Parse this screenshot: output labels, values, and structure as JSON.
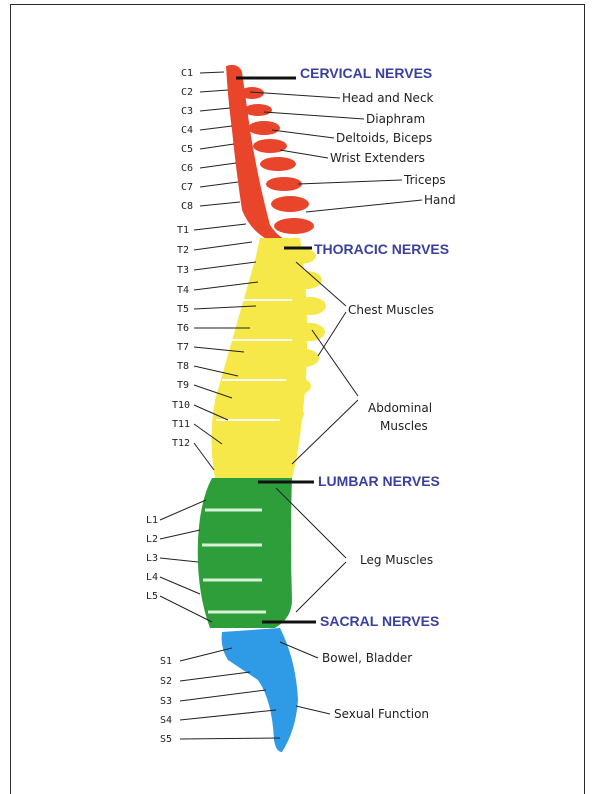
{
  "colors": {
    "cervical": "#e8452a",
    "thoracic": "#f7e84a",
    "lumbar": "#2e9e3a",
    "sacral": "#2f9be6",
    "header": "#3a3fa0",
    "frame": "#2a2a2a"
  },
  "sections": {
    "cervical": "CERVICAL NERVES",
    "thoracic": "THORACIC NERVES",
    "lumbar": "LUMBAR NERVES",
    "sacral": "SACRAL NERVES"
  },
  "vertebrae": {
    "cervical": [
      "C1",
      "C2",
      "C3",
      "C4",
      "C5",
      "C6",
      "C7",
      "C8"
    ],
    "thoracic": [
      "T1",
      "T2",
      "T3",
      "T4",
      "T5",
      "T6",
      "T7",
      "T8",
      "T9",
      "T10",
      "T11",
      "T12"
    ],
    "lumbar": [
      "L1",
      "L2",
      "L3",
      "L4",
      "L5"
    ],
    "sacral": [
      "S1",
      "S2",
      "S3",
      "S4",
      "S5"
    ]
  },
  "functions": {
    "head_neck": "Head and Neck",
    "diaphram": "Diaphram",
    "deltoids": "Deltoids, Biceps",
    "wrist": "Wrist Extenders",
    "triceps": "Triceps",
    "hand": "Hand",
    "chest": "Chest Muscles",
    "abdominal_1": "Abdominal",
    "abdominal_2": "Muscles",
    "leg": "Leg Muscles",
    "bowel": "Bowel, Bladder",
    "sexual": "Sexual Function"
  }
}
